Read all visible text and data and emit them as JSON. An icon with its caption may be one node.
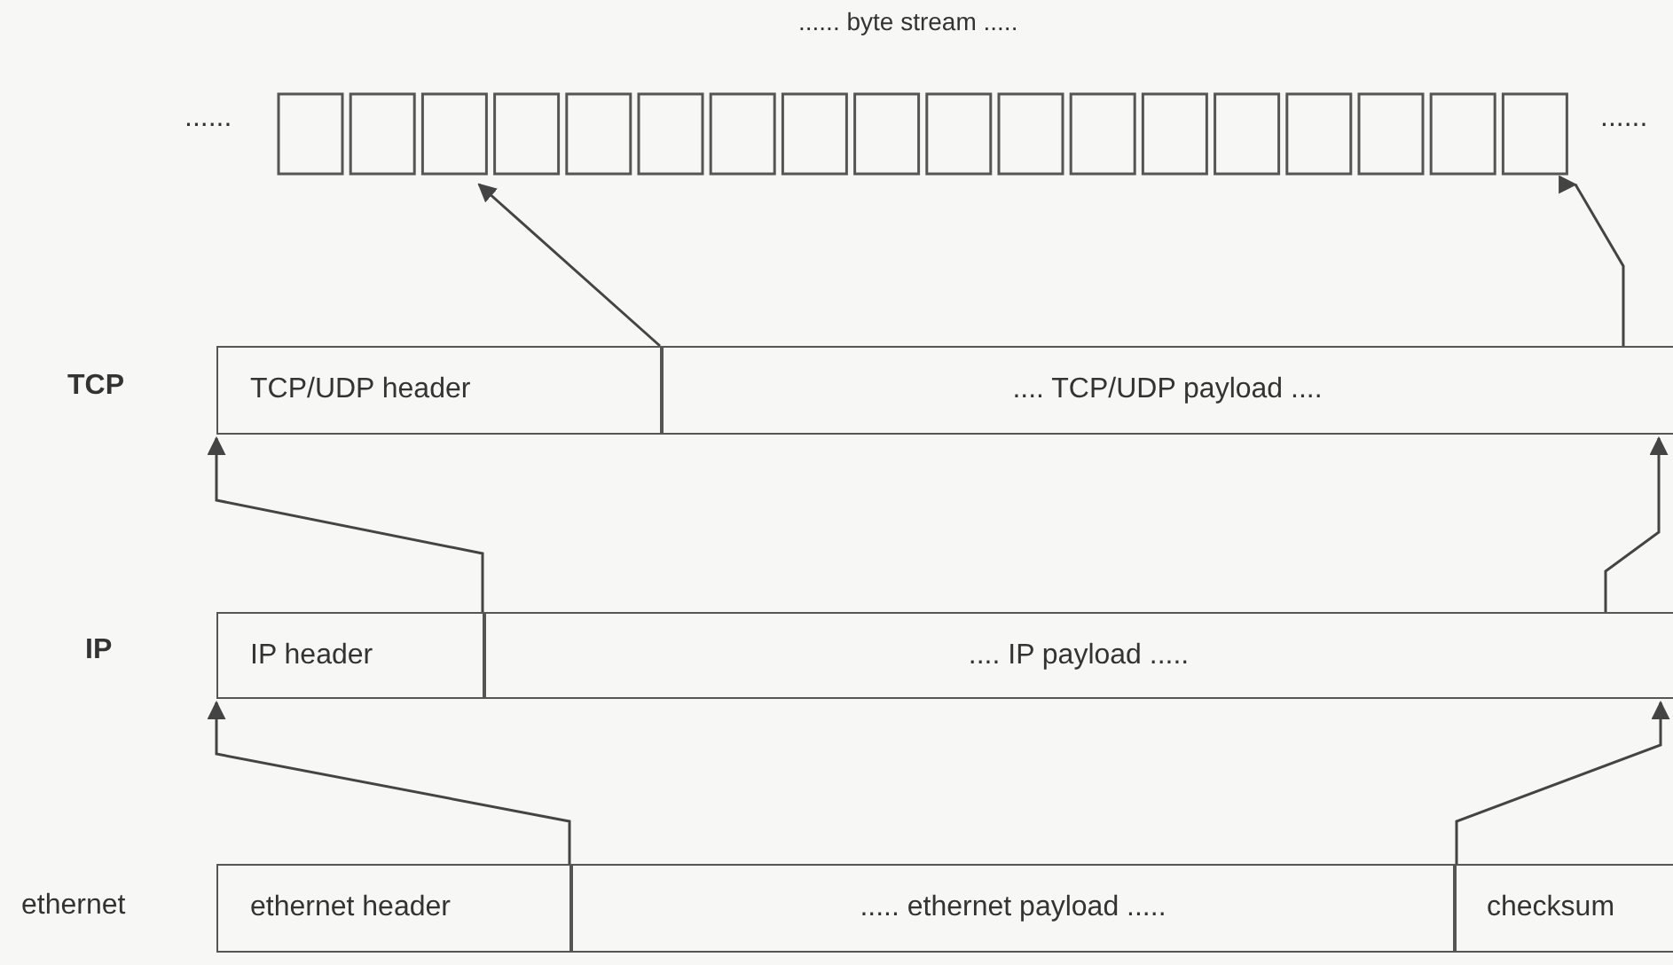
{
  "diagram": {
    "nodes": [
      {
        "text": [
          "...... byte stream ....."
        ]
      },
      {
        "text": [
          "TCP/UDP header"
        ]
      },
      {
        "text": [
          ".... TCP/UDP payload ...."
        ]
      },
      {
        "text": [
          "IP header"
        ]
      },
      {
        "text": [
          ".... IP payload ....."
        ]
      },
      {
        "text": [
          "ethernet header"
        ]
      },
      {
        "text": [
          "..... ethernet payload ....."
        ]
      },
      {
        "text": [
          "checksum"
        ]
      }
    ],
    "edges": [
      {
        "from": 2,
        "to": 0,
        "arrow": "to"
      },
      {
        "from": 2,
        "to": 0,
        "arrow": "to"
      },
      {
        "from": 4,
        "to": 1,
        "arrow": "to"
      },
      {
        "from": 4,
        "to": 2,
        "arrow": "to"
      },
      {
        "from": 6,
        "to": 3,
        "arrow": "to"
      },
      {
        "from": 6,
        "to": 4,
        "arrow": "to"
      }
    ],
    "labels": [
      "......",
      "......",
      "TCP",
      "IP",
      "ethernet"
    ]
  }
}
